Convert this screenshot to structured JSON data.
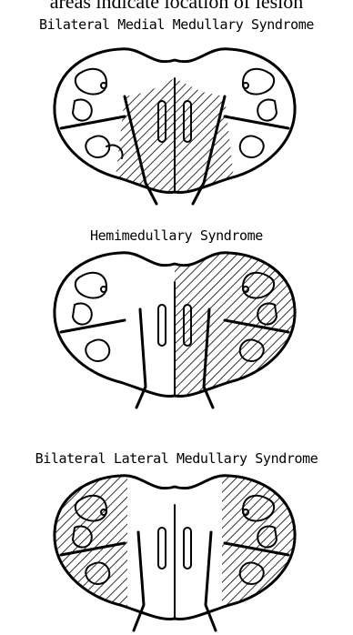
{
  "caption": "areas indicate location of lesion",
  "diagrams": [
    {
      "title": "Bilateral Medial Medullary Syndrome",
      "shaded": "medial-both"
    },
    {
      "title": "Hemimedullary Syndrome",
      "shaded": "right-half"
    },
    {
      "title": "Bilateral Lateral Medullary Syndrome",
      "shaded": "lateral-both"
    }
  ]
}
